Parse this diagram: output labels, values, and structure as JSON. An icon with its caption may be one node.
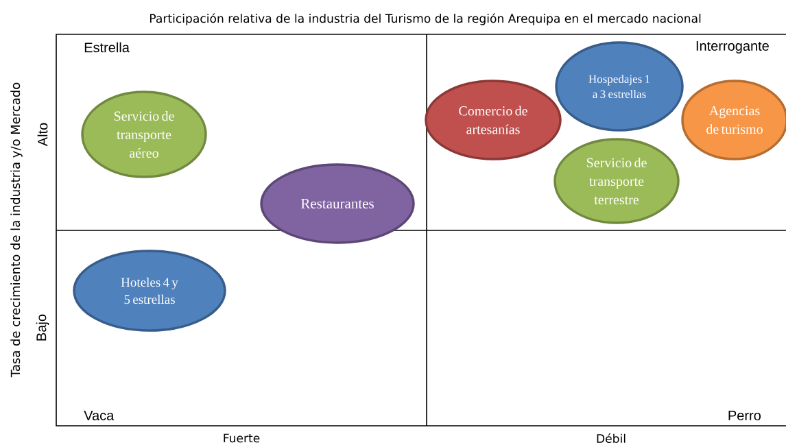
{
  "diagram": {
    "title": "Participación relativa de la industria del Turismo de la región Arequipa en el mercado nacional",
    "nodes": [
      {
        "text": [
          "Servicio de transporte aéreo"
        ]
      },
      {
        "text": [
          "Restaurantes"
        ]
      },
      {
        "text": [
          "Hoteles 4 y 5 estrellas"
        ]
      },
      {
        "text": [
          "Comercio de artesanías"
        ]
      },
      {
        "text": [
          "Hospedajes 1 a 3 estrellas"
        ]
      },
      {
        "text": [
          "Agencias de turismo"
        ]
      },
      {
        "text": [
          "Servicio de transporte terrestre"
        ]
      }
    ],
    "labels": [
      "Estrella",
      "Interrogante",
      "Tasa de crecimiento de la industria y/o Mercado",
      "Alto",
      "Bajo",
      "Vaca",
      "Perro",
      "Fuerte",
      "Débil"
    ]
  }
}
